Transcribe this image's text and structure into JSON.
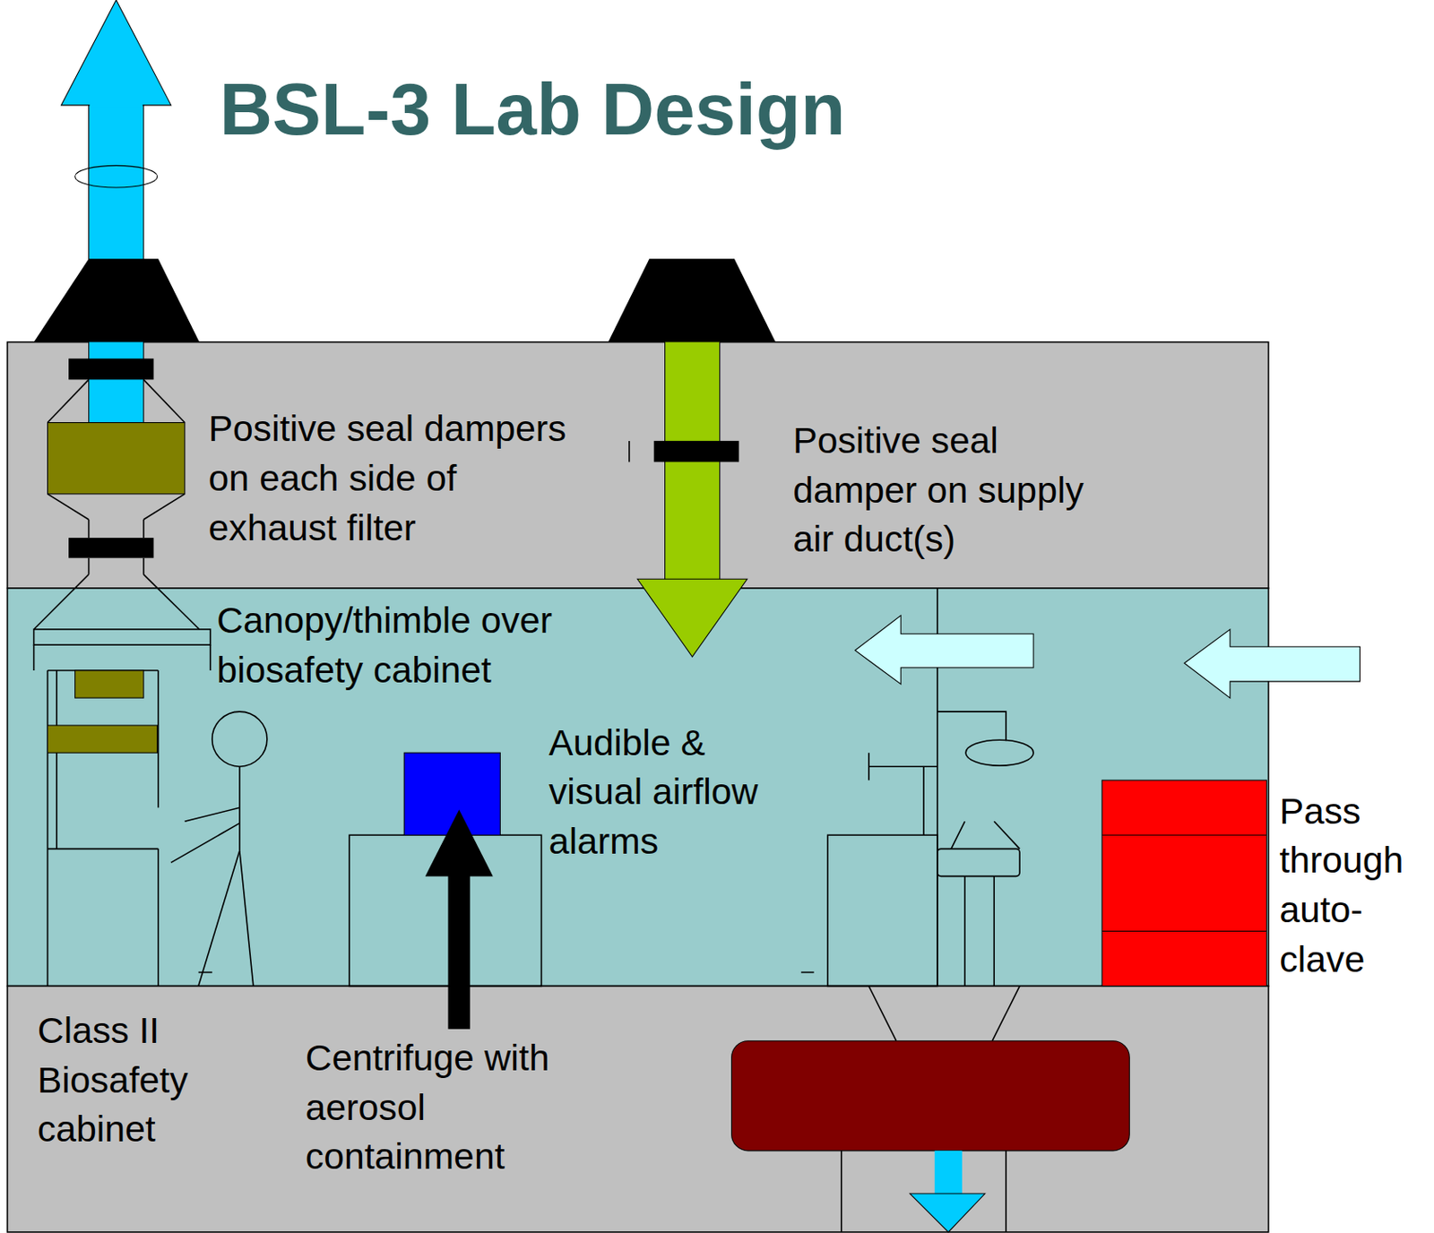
{
  "diagram": {
    "title": "BSL-3 Lab Design",
    "labels": [
      "Positive seal dampers on each side of exhaust filter",
      "Positive seal damper on supply air duct(s)",
      "Canopy/thimble over biosafety cabinet",
      "Audible & visual airflow alarms",
      "Pass through auto-clave",
      "Class II Biosafety cabinet",
      "Centrifuge with aerosol containment"
    ]
  }
}
